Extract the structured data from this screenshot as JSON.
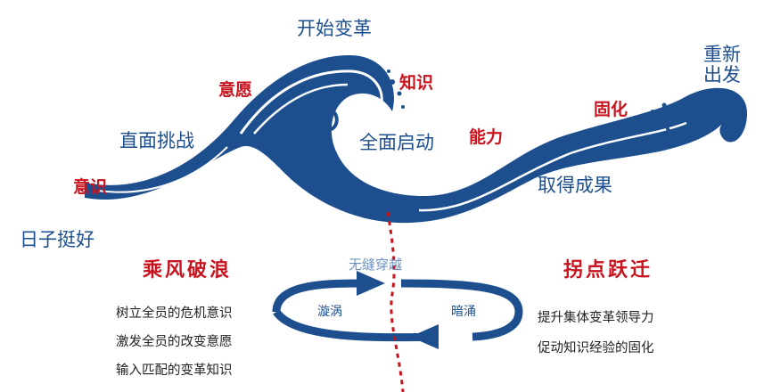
{
  "wave_labels": {
    "start_change": "开始变革",
    "will": "意愿",
    "knowledge": "知识",
    "face_challenge": "直面挑战",
    "full_launch": "全面启动",
    "ability": "能力",
    "consolidate": "固化",
    "restart": "重新\n出发",
    "awareness": "意识",
    "achieve_results": "取得成果",
    "good_days": "日子挺好"
  },
  "left_panel": {
    "title": "乘风破浪",
    "items": [
      "树立全员的危机意识",
      "激发全员的改变意愿",
      "输入匹配的变革知识"
    ]
  },
  "right_panel": {
    "title": "拐点跃迁",
    "items": [
      "提升集体变革领导力",
      "促动知识经验的固化"
    ]
  },
  "cycle": {
    "seamless": "无缝穿越",
    "vortex": "漩涡",
    "undercurrent": "暗涌"
  },
  "colors": {
    "wave_blue": "#1d4f8f",
    "label_red": "#c8141e",
    "dashed_red": "#c8141e"
  }
}
